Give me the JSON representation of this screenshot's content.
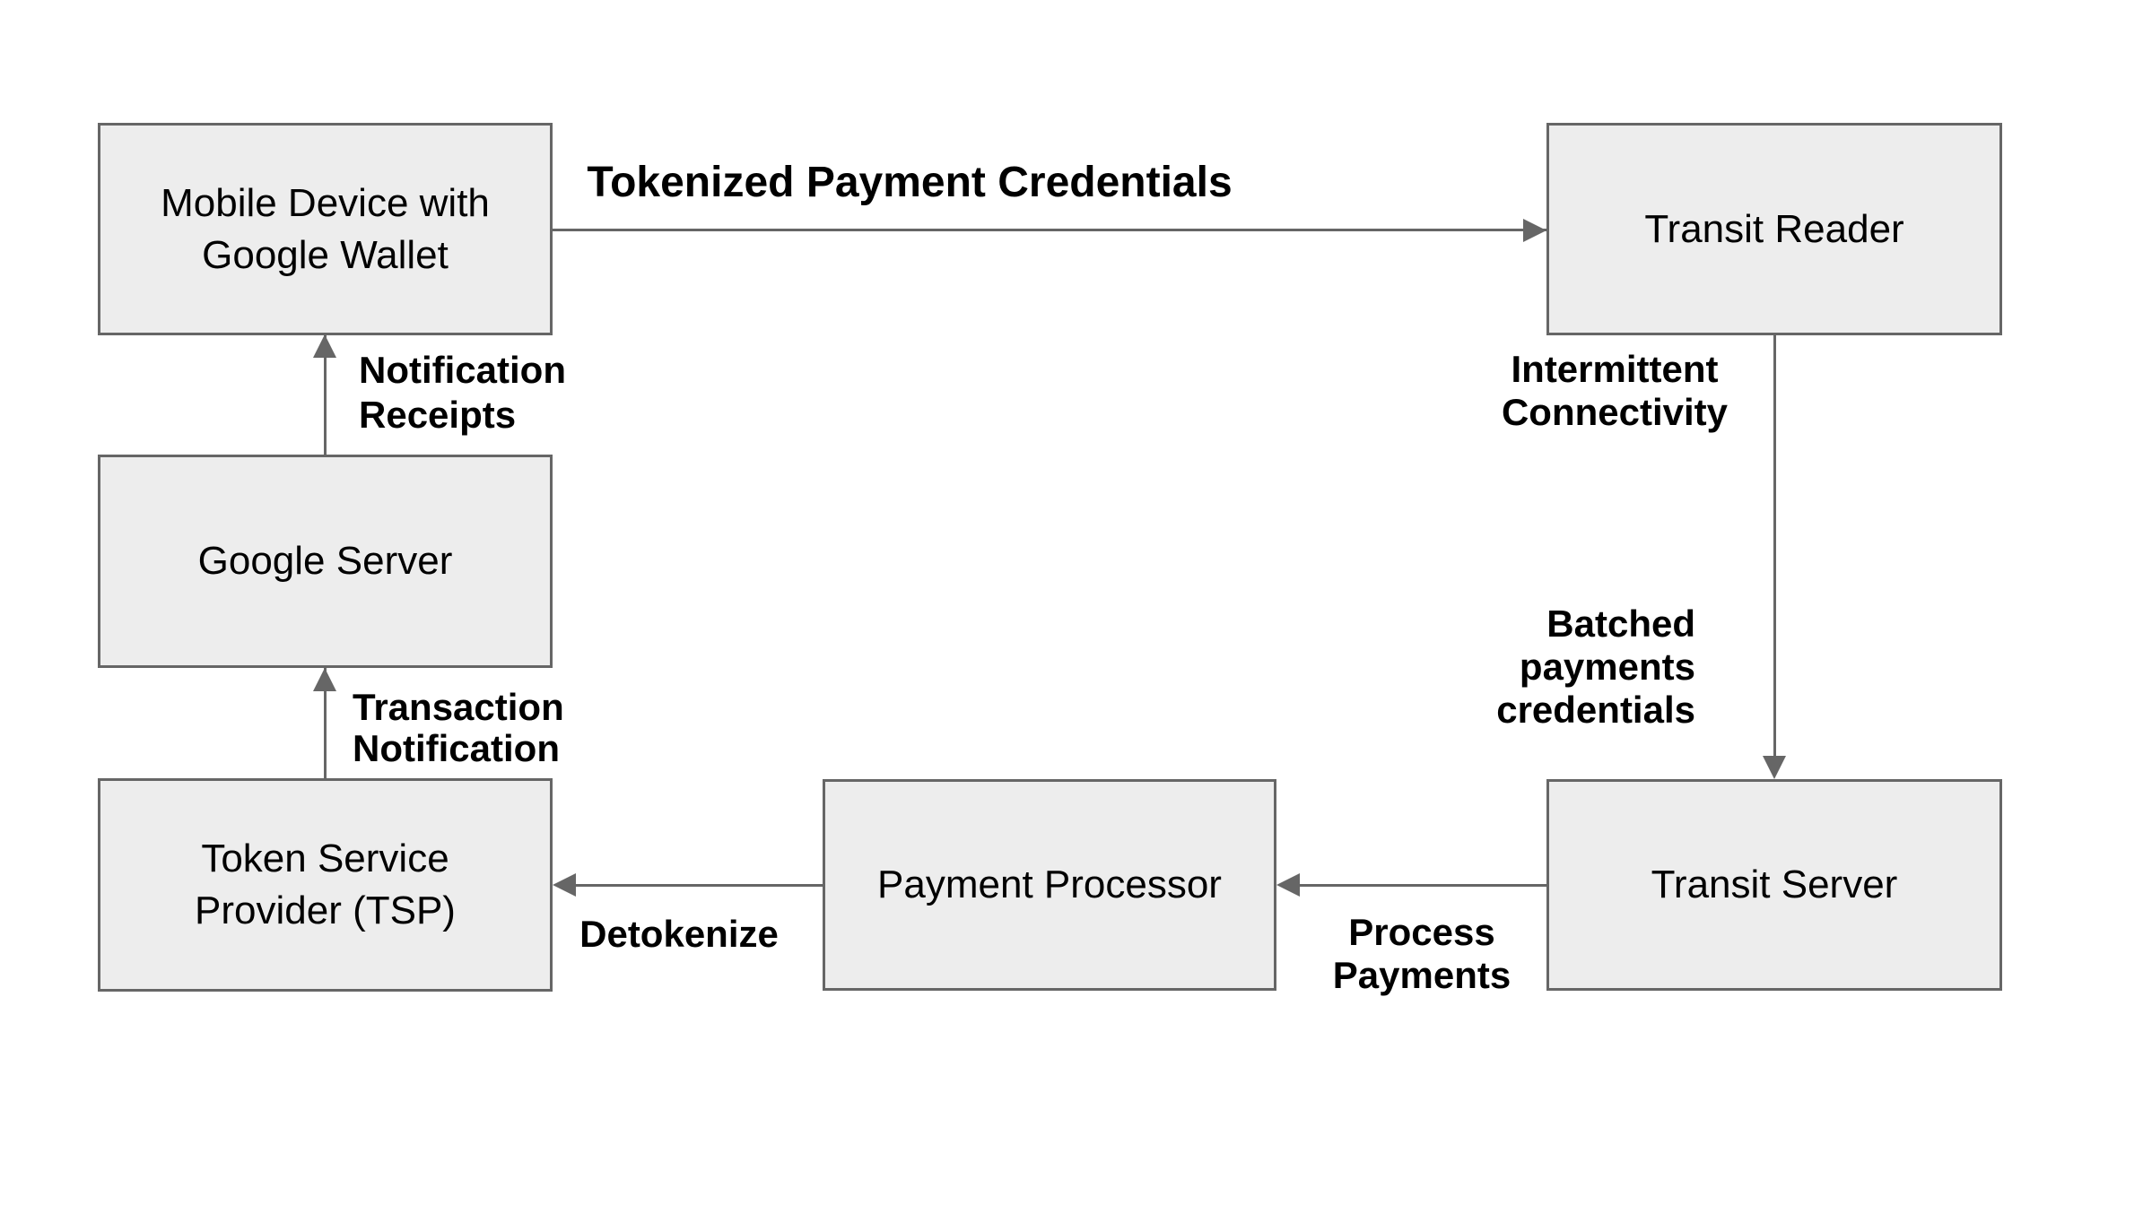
{
  "colors": {
    "node_fill": "#ededed",
    "node_border": "#666666",
    "line": "#666666",
    "label_text": "#000000",
    "background": "#ffffff"
  },
  "nodes": [
    {
      "id": "mobile-device",
      "lines": [
        "Mobile Device with",
        "Google Wallet"
      ]
    },
    {
      "id": "transit-reader",
      "lines": [
        "Transit Reader"
      ]
    },
    {
      "id": "google-server",
      "lines": [
        "Google Server"
      ]
    },
    {
      "id": "tsp",
      "lines": [
        "Token Service",
        "Provider (TSP)"
      ]
    },
    {
      "id": "payment-processor",
      "lines": [
        "Payment Processor"
      ]
    },
    {
      "id": "transit-server",
      "lines": [
        "Transit Server"
      ]
    }
  ],
  "edges": [
    {
      "from": "mobile-device",
      "to": "transit-reader",
      "labels": [
        {
          "lines": [
            "Tokenized Payment Credentials"
          ]
        }
      ]
    },
    {
      "from": "transit-reader",
      "to": "transit-server",
      "labels": [
        {
          "lines": [
            "Intermittent",
            "Connectivity"
          ]
        },
        {
          "lines": [
            "Batched",
            "payments",
            "credentials"
          ]
        }
      ]
    },
    {
      "from": "transit-server",
      "to": "payment-processor",
      "labels": [
        {
          "lines": [
            "Process",
            "Payments"
          ]
        }
      ]
    },
    {
      "from": "payment-processor",
      "to": "tsp",
      "labels": [
        {
          "lines": [
            "Detokenize"
          ]
        }
      ]
    },
    {
      "from": "tsp",
      "to": "google-server",
      "labels": [
        {
          "lines": [
            "Transaction",
            "Notification"
          ]
        }
      ]
    },
    {
      "from": "google-server",
      "to": "mobile-device",
      "labels": [
        {
          "lines": [
            "Notification",
            "Receipts"
          ]
        }
      ]
    }
  ]
}
